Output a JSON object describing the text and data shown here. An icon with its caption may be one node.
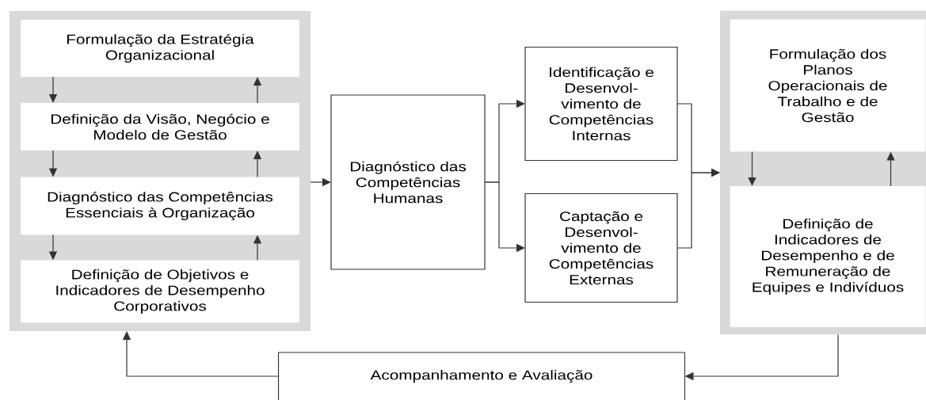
{
  "diagram": {
    "nodes": [
      {
        "text": [],
        "shape": "box"
      },
      {
        "text": [
          "Formulação da Estratégia Organizacional"
        ],
        "in": 0
      },
      {
        "text": [
          "Definição da Visão, Negócio e Modelo de Gestão"
        ],
        "in": 0
      },
      {
        "text": [
          "Diagnóstico das Competências Essenciais à Organização"
        ],
        "in": 0
      },
      {
        "text": [
          "Definição de Objetivos e Indicadores de Desempenho Corporativos"
        ],
        "in": 0
      },
      {
        "text": [
          "Diagnóstico das Competências Humanas"
        ]
      },
      {
        "text": [
          "Identificação e Desenvol- vimento de Competências Internas"
        ]
      },
      {
        "text": [
          "Captação e Desenvol- vimento de Competências Externas"
        ]
      },
      {
        "text": [],
        "shape": "box"
      },
      {
        "text": [
          "Formulação dos Planos Operacionais de Trabalho e de Gestão"
        ],
        "in": 8
      },
      {
        "text": [
          "Definição de Indicadores de Desempenho e de Remuneração de Equipes e Indivíduos"
        ],
        "in": 8
      },
      {
        "text": [
          "Acompanhamento e Avaliação"
        ]
      }
    ],
    "edges": [
      {
        "from": 1,
        "to": 2,
        "arrow": "to"
      },
      {
        "from": 2,
        "to": 1,
        "arrow": "to"
      },
      {
        "from": 2,
        "to": 3,
        "arrow": "to"
      },
      {
        "from": 3,
        "to": 2,
        "arrow": "to"
      },
      {
        "from": 3,
        "to": 4,
        "arrow": "to"
      },
      {
        "from": 4,
        "to": 3,
        "arrow": "to"
      },
      {
        "from": 0,
        "to": 5,
        "arrow": "to"
      },
      {
        "from": 5,
        "to": 6,
        "arrow": "to"
      },
      {
        "from": 5,
        "to": 7,
        "arrow": "to"
      },
      {
        "from": 6,
        "to": 8,
        "arrow": "to"
      },
      {
        "from": 7,
        "to": 8,
        "arrow": "to"
      },
      {
        "from": 9,
        "to": 10,
        "arrow": "to"
      },
      {
        "from": 10,
        "to": 9,
        "arrow": "to"
      },
      {
        "from": 8,
        "to": 11,
        "arrow": "to"
      },
      {
        "from": 11,
        "to": 0,
        "arrow": "to"
      }
    ]
  }
}
